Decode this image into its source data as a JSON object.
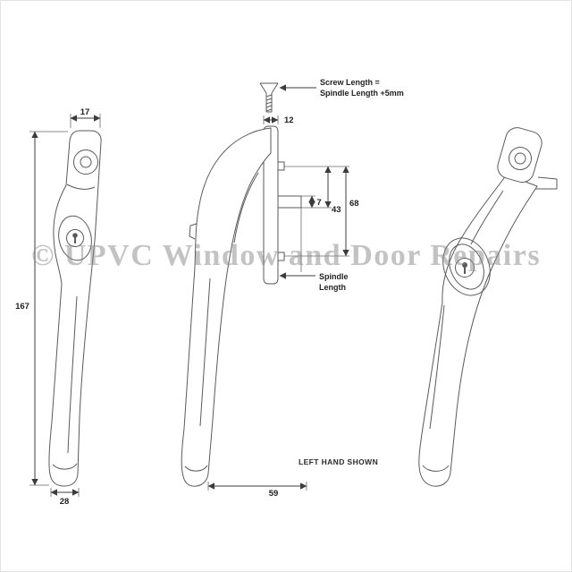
{
  "watermark": "© UPVC Window and Door Repairs",
  "notes": {
    "screw_line1": "Screw Length =",
    "screw_line2": "Spindle Length +5mm",
    "spindle_line1": "Spindle",
    "spindle_line2": "Length",
    "left_hand_shown": "LEFT HAND SHOWN"
  },
  "dimensions": {
    "top_width": "17",
    "overall_height": "167",
    "base_width": "28",
    "plate_depth": "12",
    "spindle_square": "7",
    "screw_to_spindle": "43",
    "screw_centres": "68",
    "projection": "59"
  }
}
